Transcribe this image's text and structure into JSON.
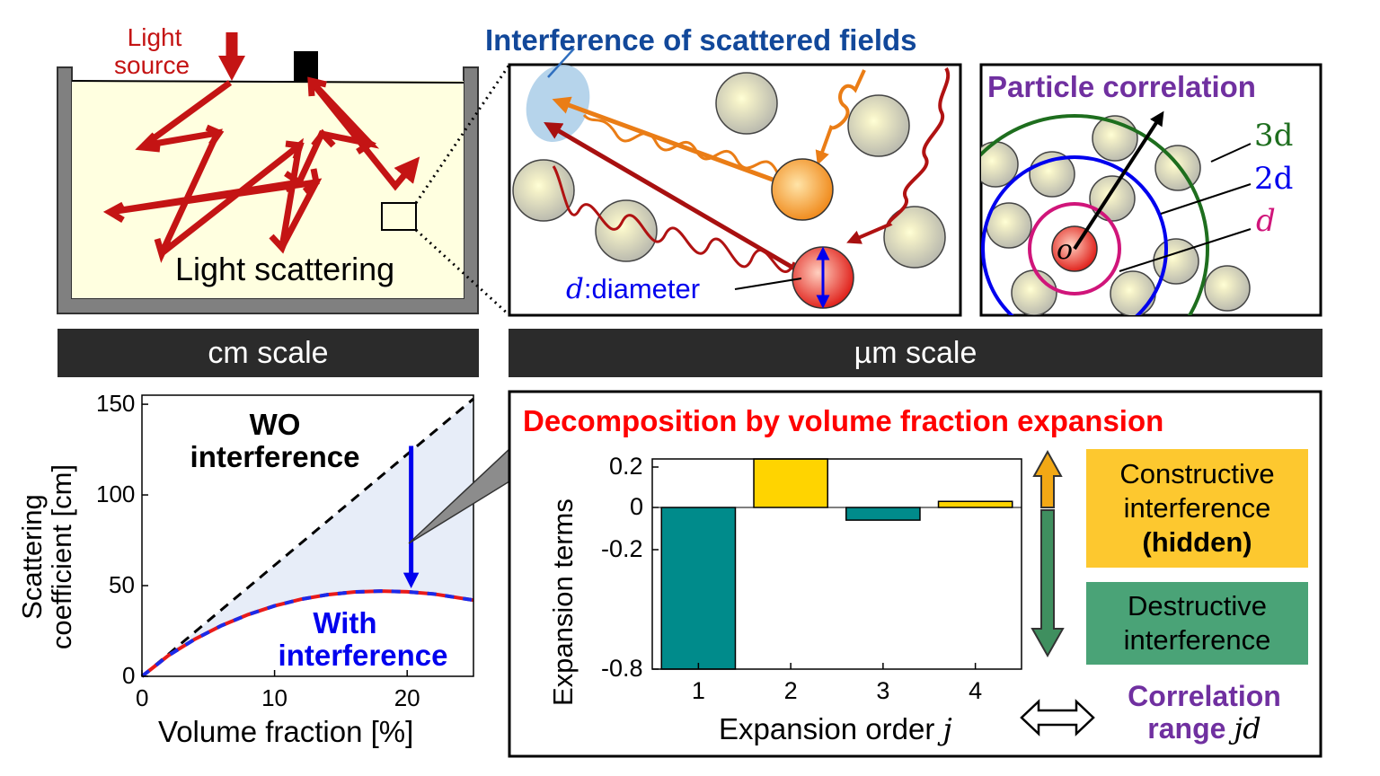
{
  "cm_panel": {
    "light_source_line1": "Light",
    "light_source_line2": "source",
    "scattering_label": "Light scattering"
  },
  "um_panel": {
    "interference_title": "Interference of scattered fields",
    "diameter_symbol": "d",
    "diameter_text": ":diameter"
  },
  "correlation_panel": {
    "title": "Particle correlation",
    "ring_3d": "3d",
    "ring_2d": "2d",
    "ring_d": "d",
    "origin": "o"
  },
  "scale_bars": {
    "cm": "cm scale",
    "um": "µm scale"
  },
  "curve_chart": {
    "ylabel_line1": "Scattering",
    "ylabel_line2": "coefficient [cm]",
    "xlabel": "Volume fraction [%]",
    "wo_line1": "WO",
    "wo_line2": "interference",
    "with_line1": "With",
    "with_line2": "interference",
    "xticks": [
      "0",
      "10",
      "20"
    ],
    "yticks": [
      "0",
      "50",
      "100",
      "150"
    ]
  },
  "decomp_panel": {
    "title": "Decomposition by volume fraction expansion",
    "constructive_line1": "Constructive",
    "constructive_line2": "interference",
    "constructive_line3": "(hidden)",
    "destructive_line1": "Destructive",
    "destructive_line2": "interference",
    "correlation_line1": "Correlation",
    "correlation_line2": "range ",
    "correlation_symbol": "jd",
    "colors": {
      "constructive": "#fdc82f",
      "destructive": "#4aa377",
      "bar_pos": "#ffd400",
      "bar_neg": "#008b8b"
    }
  },
  "chart_data": [
    {
      "type": "line",
      "xlabel": "Volume fraction [%]",
      "ylabel": "Scattering coefficient [cm]",
      "xlim": [
        0,
        25
      ],
      "ylim": [
        0,
        155
      ],
      "xticks": [
        0,
        10,
        20
      ],
      "yticks": [
        0,
        50,
        100,
        150
      ],
      "series": [
        {
          "name": "WO interference",
          "style": "dashed",
          "color": "#000000",
          "x": [
            0,
            25
          ],
          "y": [
            0,
            153
          ]
        },
        {
          "name": "With interference",
          "style": "red-blue-dashed",
          "x": [
            0,
            2,
            4,
            6,
            8,
            10,
            12,
            14,
            16,
            18,
            20,
            22,
            25
          ],
          "y": [
            0,
            11.5,
            20.5,
            28,
            34,
            38.8,
            42.5,
            45,
            46.5,
            47,
            46.6,
            45.4,
            42
          ]
        }
      ],
      "annotation_arrow": {
        "x": 20.3,
        "y_from": 127,
        "y_to": 48
      }
    },
    {
      "type": "bar",
      "xlabel": "Expansion order j",
      "ylabel": "Expansion terms",
      "categories": [
        "1",
        "2",
        "3",
        "4"
      ],
      "values": [
        -0.8,
        0.24,
        -0.06,
        0.03
      ],
      "ylim": [
        -0.8,
        0.25
      ],
      "yticks": [
        -0.8,
        -0.2,
        0,
        0.2
      ],
      "ytick_labels": [
        "-0.8",
        "-0.2",
        "0",
        "0.2"
      ]
    }
  ]
}
